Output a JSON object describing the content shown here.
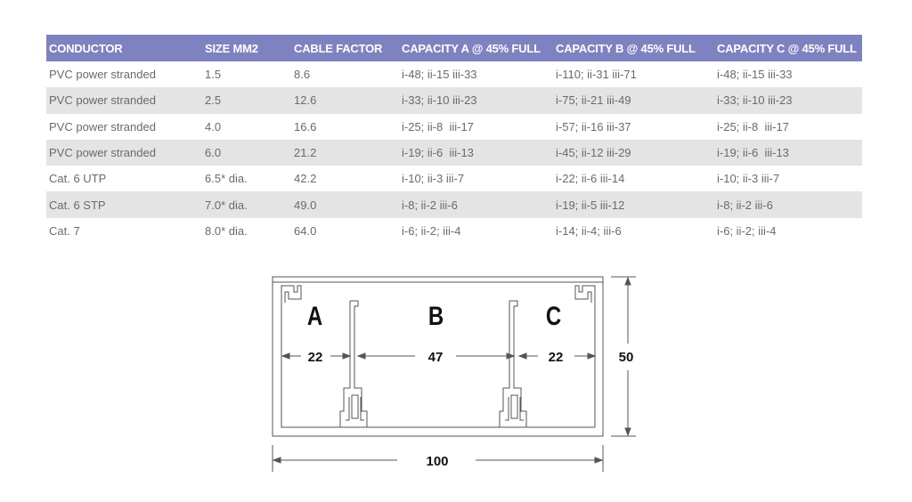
{
  "table": {
    "headers": [
      "CONDUCTOR",
      "SIZE MM2",
      "CABLE FACTOR",
      "CAPACITY A @ 45% FULL",
      "CAPACITY B @ 45% FULL",
      "CAPACITY C @ 45% FULL"
    ],
    "rows": [
      [
        "PVC power stranded",
        "1.5",
        "8.6",
        "i-48; ii-15 iii-33",
        "i-110; ii-31 iii-71",
        "i-48; ii-15 iii-33"
      ],
      [
        "PVC power stranded",
        "2.5",
        "12.6",
        "i-33; ii-10 iii-23",
        "i-75; ii-21 iii-49",
        "i-33; ii-10 iii-23"
      ],
      [
        "PVC power stranded",
        "4.0",
        "16.6",
        "i-25; ii-8  iii-17",
        "i-57; ii-16 iii-37",
        "i-25; ii-8  iii-17"
      ],
      [
        "PVC power stranded",
        "6.0",
        "21.2",
        "i-19; ii-6  iii-13",
        "i-45; ii-12 iii-29",
        "i-19; ii-6  iii-13"
      ],
      [
        "Cat. 6 UTP",
        "6.5* dia.",
        "42.2",
        "i-10; ii-3 iii-7",
        "i-22; ii-6 iii-14",
        "i-10; ii-3 iii-7"
      ],
      [
        "Cat. 6 STP",
        "7.0* dia.",
        "49.0",
        "i-8; ii-2 iii-6",
        "i-19; ii-5 iii-12",
        "i-8; ii-2 iii-6"
      ],
      [
        "Cat. 7",
        "8.0* dia.",
        "64.0",
        "i-6; ii-2; iii-4",
        "i-14; ii-4; iii-6",
        "i-6; ii-2; iii-4"
      ]
    ]
  },
  "diagram": {
    "compartment_labels": [
      "A",
      "B",
      "C"
    ],
    "width_a": "22",
    "width_b": "47",
    "width_c": "22",
    "height": "50",
    "total_width": "100"
  },
  "colors": {
    "header_bg": "#7f82c0",
    "stripe": "#e4e4e4",
    "text": "#6a6a6a",
    "line": "#555555"
  }
}
